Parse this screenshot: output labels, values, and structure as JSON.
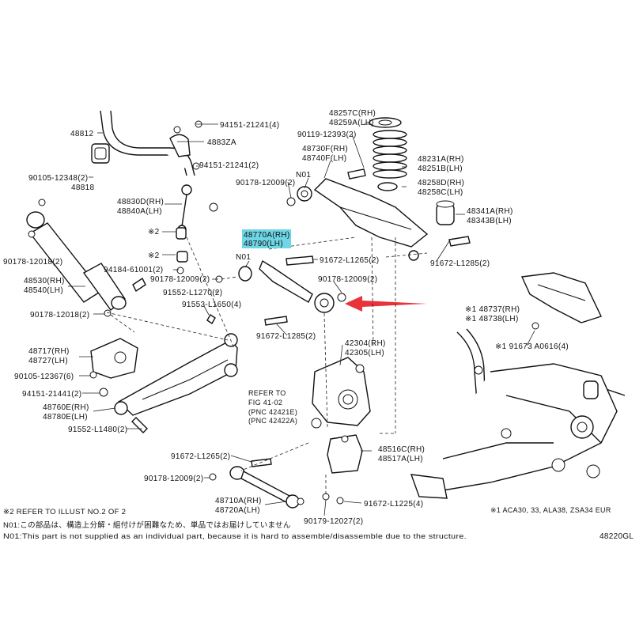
{
  "diagram_id": "48220GL",
  "highlight_color": "#6fd6e6",
  "arrow_color": "#e8333a",
  "labels": {
    "l48812": "48812",
    "l48818": "48818",
    "l4883ZA": "4883ZA",
    "l94151_4": "94151-21241(4)",
    "l94151_2": "94151-21241(2)",
    "l90105_2": "90105-12348(2)",
    "l48830d": "48830D(RH)",
    "l48840a": "48840A(LH)",
    "l90178_2a": "90178-12009(2)",
    "lmark2a": "※2",
    "lmark2b": "※2",
    "l90178_12018a": "90178-12018(2)",
    "l48530": "48530(RH)",
    "l48540": "48540(LH)",
    "l94184": "94184-61001(2)",
    "l90178_2b": "90178-12009(2)",
    "l91552_2": "91552-L1270(2)",
    "l90178_12018b": "90178-12018(2)",
    "l48257c": "48257C(RH)",
    "l48259a": "48259A(LH)",
    "l90119": "90119-12393(2)",
    "l48730f": "48730F(RH)",
    "l48740f": "48740F(LH)",
    "l48231a": "48231A(RH)",
    "l48251b": "48251B(LH)",
    "l48258d": "48258D(RH)",
    "l48258c": "48258C(LH)",
    "lN01a": "N01",
    "l48341a": "48341A(RH)",
    "l48343b": "48343B(LH)",
    "l91672_a": "91672-L1285(2)",
    "l48770a": "48770A(RH)",
    "l48790": "48790(LH)",
    "lN01b": "N01",
    "l91672_b": "91672-L1265(2)",
    "l90178_2c": "90178-12009(2)",
    "l91553": "91553-L1650(4)",
    "l48737": "※1 48737(RH)",
    "l48738": "※1 48738(LH)",
    "l91673": "※1 91673  A0616(4)",
    "l91672_c": "91672-L1285(2)",
    "l48717": "48717(RH)",
    "l48727": "48727(LH)",
    "l90105_6": "90105-12367(6)",
    "l94151_21441": "94151-21441(2)",
    "l48760e": "48760E(RH)",
    "l48780e": "48780E(LH)",
    "l91552_l1480": "91552-L1480(2)",
    "l42304": "42304(RH)",
    "l42305": "42305(LH)",
    "lrefer1": "REFER TO",
    "lrefer2": "FIG 41-02",
    "lrefer3": "(PNC 42421E)",
    "lrefer4": "(PNC 42422A)",
    "l48516c": "48516C(RH)",
    "l48517a": "48517A(LH)",
    "l91672_d": "91672-L1265(2)",
    "l90178_2d": "90178-12009(2)",
    "l48710a": "48710A(RH)",
    "l48720a": "48720A(LH)",
    "l91672_e": "91672-L1225(4)",
    "l90179": "90179-12027(2)",
    "lvehicle": "※1 ACA30, 33, ALA38, ZSA34  EUR"
  },
  "notes": {
    "note1": "※2 REFER TO ILLUST NO.2 OF 2",
    "note2": "N01:この部品は、構造上分解・組付けが困難なため、単品ではお届けしていません",
    "note3": "N01:This part is not supplied as an individual part, because it is hard to assemble/disassemble due to the structure."
  }
}
